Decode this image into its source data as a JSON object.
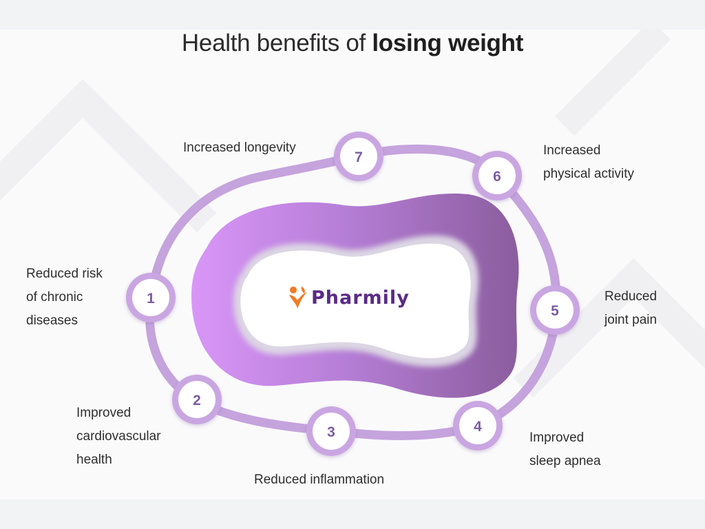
{
  "title": {
    "prefix": "Health benefits of ",
    "bold": "losing weight"
  },
  "logo": {
    "text": "Pharmily",
    "icon": "pharmily-logo-icon"
  },
  "benefits": [
    {
      "number": "1",
      "label": "Reduced risk\nof chronic\ndiseases"
    },
    {
      "number": "2",
      "label": "Improved\ncardiovascular\nhealth"
    },
    {
      "number": "3",
      "label": "Reduced inflammation"
    },
    {
      "number": "4",
      "label": "Improved\nsleep apnea"
    },
    {
      "number": "5",
      "label": "Reduced\njoint pain"
    },
    {
      "number": "6",
      "label": "Increased\nphysical activity"
    },
    {
      "number": "7",
      "label": "Increased longevity"
    }
  ],
  "colors": {
    "ring": "#c5a3dd",
    "blob_light": "#d693f5",
    "blob_dark": "#8c5e9f",
    "node_ring": "#c9a6e1",
    "number": "#7b5da0",
    "logo_orange": "#f07b26",
    "logo_purple": "#5b2a86"
  }
}
